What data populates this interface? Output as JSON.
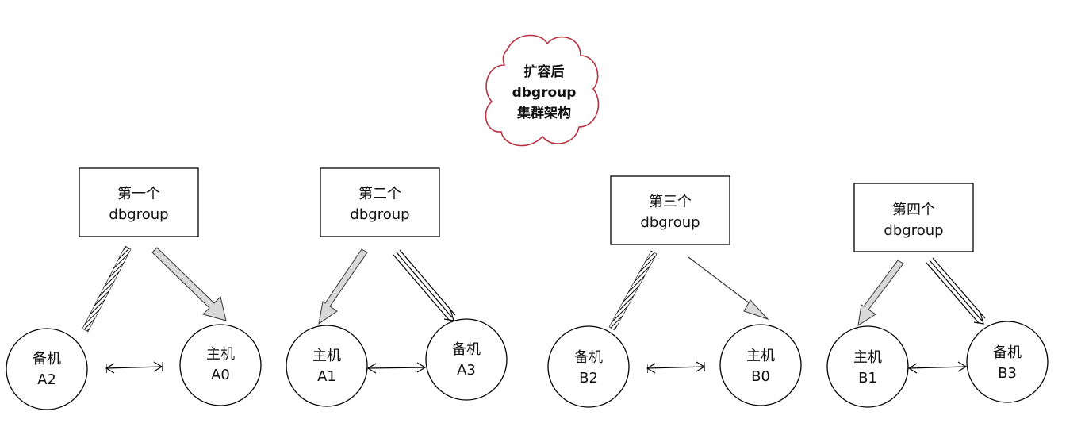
{
  "title": {
    "line1": "扩容后",
    "line2": "dbgroup",
    "line3": "集群架构"
  },
  "groups": [
    {
      "name_line1": "第一个",
      "name_line2": "dbgroup",
      "left": {
        "role": "备机",
        "id": "A2"
      },
      "right": {
        "role": "主机",
        "id": "A0"
      }
    },
    {
      "name_line1": "第二个",
      "name_line2": "dbgroup",
      "left": {
        "role": "主机",
        "id": "A1"
      },
      "right": {
        "role": "备机",
        "id": "A3"
      }
    },
    {
      "name_line1": "第三个",
      "name_line2": "dbgroup",
      "left": {
        "role": "备机",
        "id": "B2"
      },
      "right": {
        "role": "主机",
        "id": "B0"
      }
    },
    {
      "name_line1": "第四个",
      "name_line2": "dbgroup",
      "left": {
        "role": "主机",
        "id": "B1"
      },
      "right": {
        "role": "备机",
        "id": "B3"
      }
    }
  ],
  "colors": {
    "cloud_stroke": "#b8303f",
    "arrow_fill": "#d9d9d9",
    "line": "#000000"
  }
}
